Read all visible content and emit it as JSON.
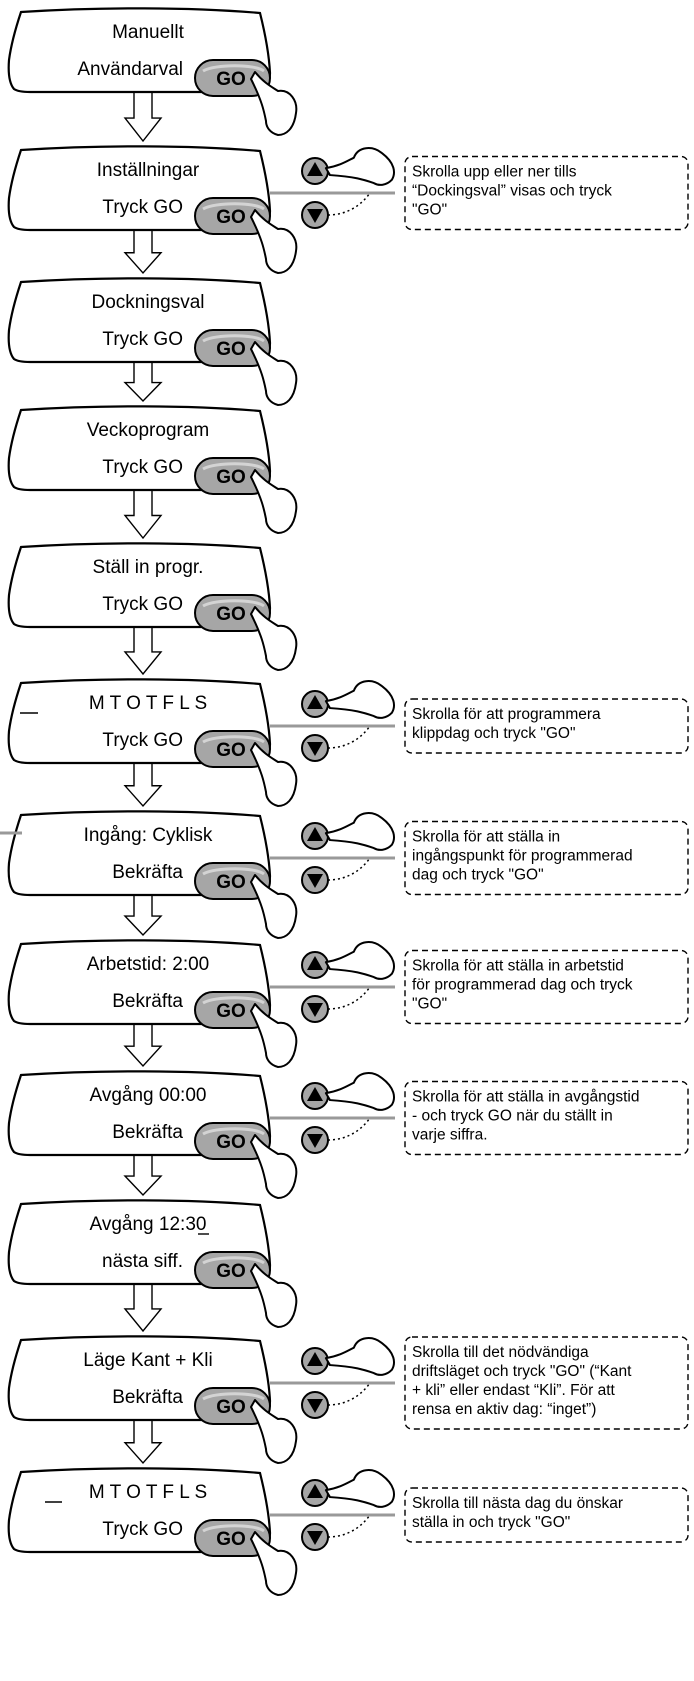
{
  "go_label": "GO",
  "icons": [
    "screen-outline",
    "go-button",
    "pointing-hand-icon",
    "arrow-up-button",
    "arrow-down-button",
    "flow-arrow"
  ],
  "colors": {
    "button_fill": "#a6a6a6",
    "connector": "#999999",
    "outline": "#000000"
  },
  "steps": [
    {
      "line1": "Manuellt",
      "line2": "Användarval",
      "note": []
    },
    {
      "line1": "Inställningar",
      "line2": "Tryck GO",
      "note": [
        "Skrolla upp eller ner tills",
        "“Dockingsval” visas och tryck",
        "\"GO\""
      ]
    },
    {
      "line1": "Dockningsval",
      "line2": "Tryck GO",
      "note": []
    },
    {
      "line1": "Veckoprogram",
      "line2": "Tryck GO",
      "note": []
    },
    {
      "line1": "Ställ in progr.",
      "line2": "Tryck GO",
      "note": []
    },
    {
      "line1": "M T O T F L S",
      "line2": "Tryck GO",
      "note": [
        "Skrolla för att programmera",
        "klippdag och tryck \"GO\""
      ]
    },
    {
      "line1": "Ingång: Cyklisk",
      "line2": "Bekräfta",
      "note": [
        "Skrolla för att ställa in",
        "ingångspunkt för programmerad",
        "dag och tryck \"GO\""
      ]
    },
    {
      "line1": "Arbetstid:   2:00",
      "line2": "Bekräfta",
      "note": [
        "Skrolla för att ställa in arbetstid",
        "för programmerad dag och tryck",
        "\"GO\""
      ]
    },
    {
      "line1": "Avgång 00:00",
      "line2": "Bekräfta",
      "note": [
        "Skrolla för att ställa in avgångstid",
        "- och tryck GO när du ställt in",
        "varje siffra."
      ]
    },
    {
      "line1": "Avgång 12:30",
      "line2": "nästa siff.",
      "note": []
    },
    {
      "line1": "Läge Kant + Kli",
      "line2": "Bekräfta",
      "note": [
        "Skrolla till det nödvändiga",
        "driftsläget och tryck \"GO\" (“Kant",
        "+ kli” eller endast “Kli”. För att",
        "rensa en aktiv dag: “inget”)"
      ]
    },
    {
      "line1": "M T O T F L S",
      "line2": "Tryck GO",
      "note": [
        "Skrolla till nästa dag du önskar",
        "ställa in och tryck \"GO\""
      ]
    }
  ]
}
